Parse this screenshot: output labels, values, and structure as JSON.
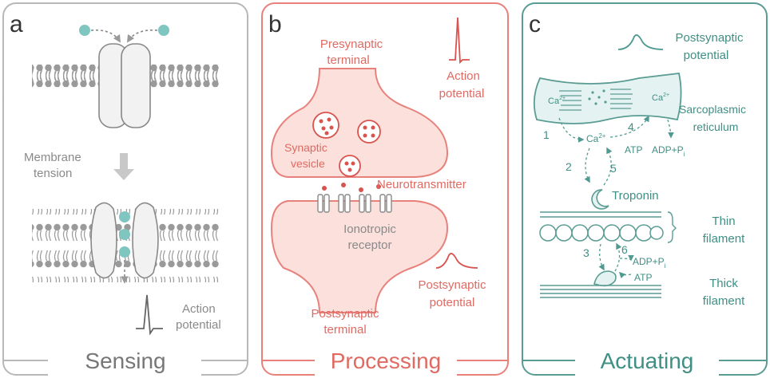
{
  "panels": {
    "a": {
      "letter": "a",
      "footer": "Sensing",
      "label_membrane_tension_1": "Membrane",
      "label_membrane_tension_2": "tension",
      "label_ap_1": "Action",
      "label_ap_2": "potential",
      "colors": {
        "border": "#aaaaaa",
        "text": "#8a8a8a",
        "membrane": "#9a9a9a",
        "ion": "#7fc6c0"
      }
    },
    "b": {
      "letter": "b",
      "footer": "Processing",
      "label_presynaptic_1": "Presynaptic",
      "label_presynaptic_2": "terminal",
      "label_ap_1": "Action",
      "label_ap_2": "potential",
      "label_vesicle_1": "Synaptic",
      "label_vesicle_2": "vesicle",
      "label_neurotransmitter": "Neurotransmitter",
      "label_receptor_1": "Ionotropic",
      "label_receptor_2": "receptor",
      "label_psp_1": "Postsynaptic",
      "label_psp_2": "potential",
      "label_postsynaptic_1": "Postsynaptic",
      "label_postsynaptic_2": "terminal",
      "colors": {
        "border": "#e8817b",
        "fill": "#fbe0dc",
        "text": "#e06a62",
        "dot": "#d9534f"
      }
    },
    "c": {
      "letter": "c",
      "footer": "Actuating",
      "label_psp_1": "Postsynaptic",
      "label_psp_2": "potential",
      "label_sr_1": "Sarcoplasmic",
      "label_sr_2": "reticulum",
      "label_ca": "Ca",
      "label_ca_sup": "2+",
      "label_atp": "ATP",
      "label_adp": "ADP+P",
      "label_adp_sub": "i",
      "label_troponin": "Troponin",
      "label_thin_1": "Thin",
      "label_thin_2": "filament",
      "label_thick_1": "Thick",
      "label_thick_2": "filament",
      "steps": [
        "1",
        "2",
        "3",
        "4",
        "5",
        "6"
      ],
      "colors": {
        "border": "#5a9c94",
        "text": "#3f8f85",
        "fill": "#e4f3f1"
      }
    }
  }
}
